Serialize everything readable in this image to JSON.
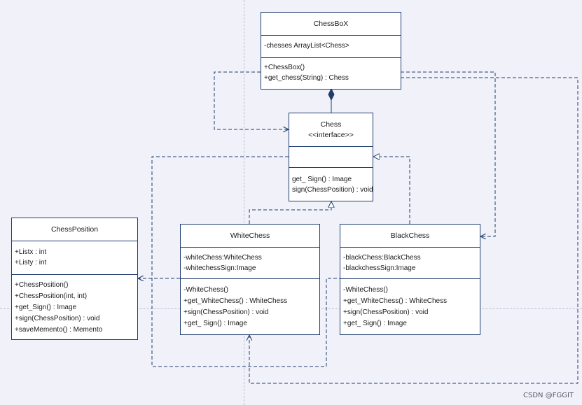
{
  "chessbox": {
    "name": "ChessBoX",
    "attributes": [
      "-chesses ArrayList<Chess>"
    ],
    "methods": [
      "+ChessBox()",
      "+get_chess(String) : Chess"
    ]
  },
  "chess": {
    "name": "Chess",
    "stereotype": "<<interface>>",
    "methods": [
      "get_ Sign() : Image",
      "sign(ChessPosition) : void"
    ]
  },
  "chessposition": {
    "name": "ChessPosition",
    "attributes": [
      "+Listx : int",
      "+Listy : int"
    ],
    "methods": [
      "+ChessPosition()",
      "+ChessPosition(int, int)",
      "+get_Sign() : Image",
      "+sign(ChessPosition) : void",
      "+saveMemento() : Memento"
    ]
  },
  "whitechess": {
    "name": "WhiteChess",
    "attributes": [
      "-whiteChess:WhiteChess",
      "-whitechessSign:Image"
    ],
    "methods": [
      "-WhiteChess()",
      "+get_WhiteChess() : WhiteChess",
      "+sign(ChessPosition) : void",
      "+get_ Sign() : Image"
    ]
  },
  "blackchess": {
    "name": "BlackChess",
    "attributes": [
      "-blackChess:BlackChess",
      "-blackchessSign:Image"
    ],
    "methods": [
      "-WhiteChess()",
      "+get_WhiteChess() : WhiteChess",
      "+sign(ChessPosition) : void",
      "+get_ Sign() : Image"
    ]
  },
  "watermark": "CSDN @FGGIT",
  "colors": {
    "border": "#1f3c6e",
    "background": "#f1f2f9",
    "box": "#ffffff",
    "guide": "#b9bccb"
  }
}
